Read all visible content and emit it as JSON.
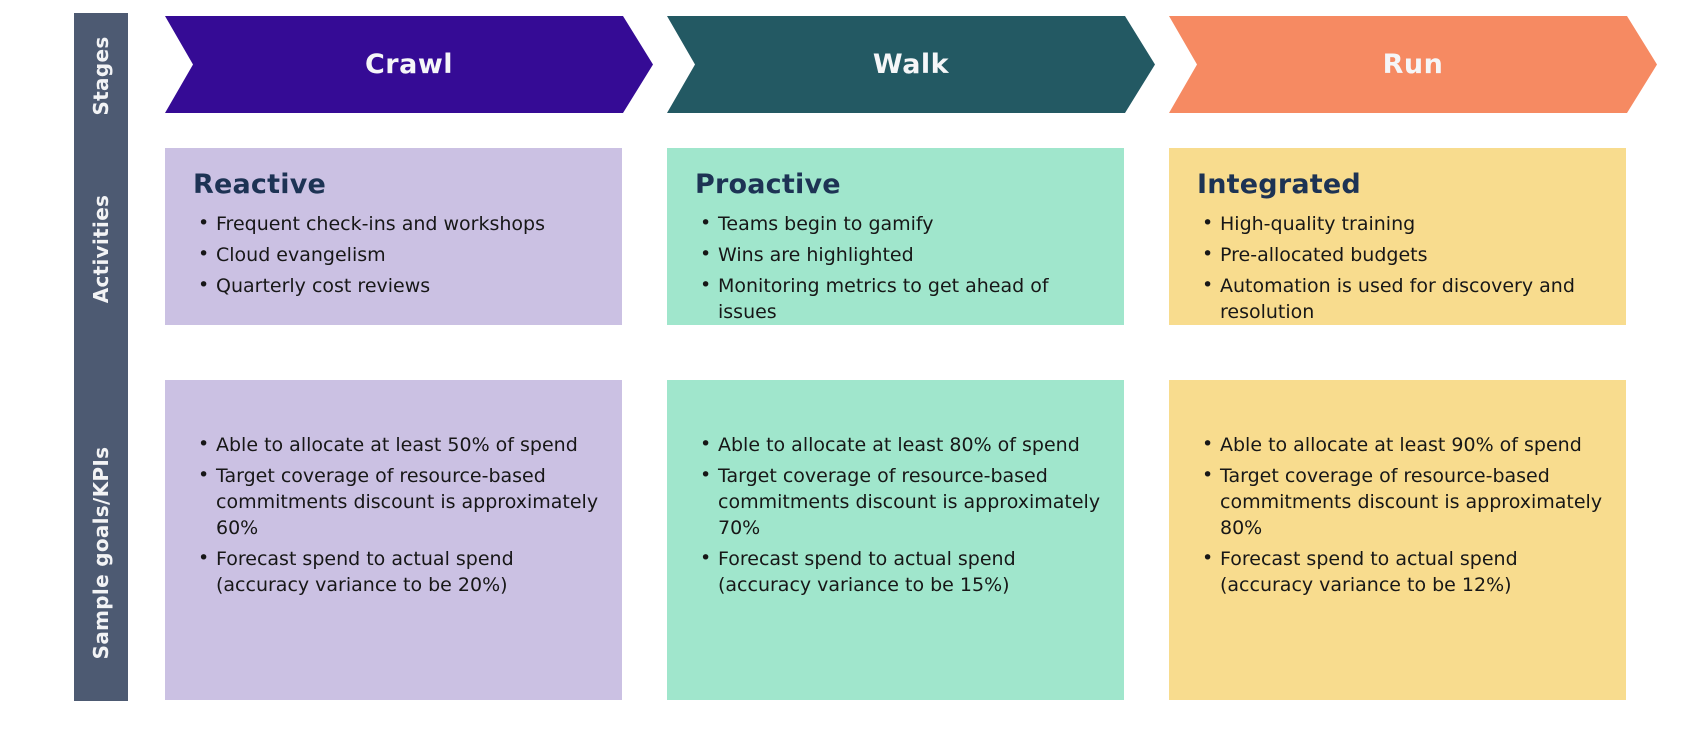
{
  "title": "Crawl Walk Run cloud cost maturity diagram",
  "colors": {
    "sidebar_bg": "#4d5a72",
    "sidebar_text": "#f2f3f5",
    "arrow_text": "#f5f6f8",
    "heading_text": "#1d3354",
    "body_text": "#171717",
    "canvas_bg": "#ffffff"
  },
  "sidebar": {
    "rows": [
      {
        "label": "Stages"
      },
      {
        "label": "Activities"
      },
      {
        "label": "Sample goals/KPIs"
      }
    ]
  },
  "columns": [
    {
      "stage": "Crawl",
      "arrow_color": "#350b95",
      "card_color": "#cbc1e3",
      "activities": {
        "title": "Reactive",
        "bullets": [
          "Frequent check-ins and workshops",
          "Cloud evangelism",
          "Quarterly cost reviews"
        ]
      },
      "kpis": [
        "Able to allocate at least 50% of spend",
        "Target coverage of resource-based commitments discount is approximately 60%",
        "Forecast spend to actual spend (accuracy variance to be 20%)"
      ]
    },
    {
      "stage": "Walk",
      "arrow_color": "#235963",
      "card_color": "#a0e6cc",
      "activities": {
        "title": "Proactive",
        "bullets": [
          "Teams begin to gamify",
          "Wins are highlighted",
          "Monitoring metrics to get ahead of issues"
        ]
      },
      "kpis": [
        "Able to allocate at least 80% of spend",
        "Target coverage of resource-based commitments discount is approximately 70%",
        "Forecast spend to actual spend (accuracy variance to be 15%)"
      ]
    },
    {
      "stage": "Run",
      "arrow_color": "#f68a62",
      "card_color": "#f8dc8e",
      "activities": {
        "title": "Integrated",
        "bullets": [
          "High-quality training",
          "Pre-allocated budgets",
          "Automation is used for discovery and resolution"
        ]
      },
      "kpis": [
        "Able to allocate at least 90% of spend",
        "Target coverage of resource-based commitments discount is approximately 80%",
        "Forecast spend to actual spend (accuracy variance to be 12%)"
      ]
    }
  ]
}
